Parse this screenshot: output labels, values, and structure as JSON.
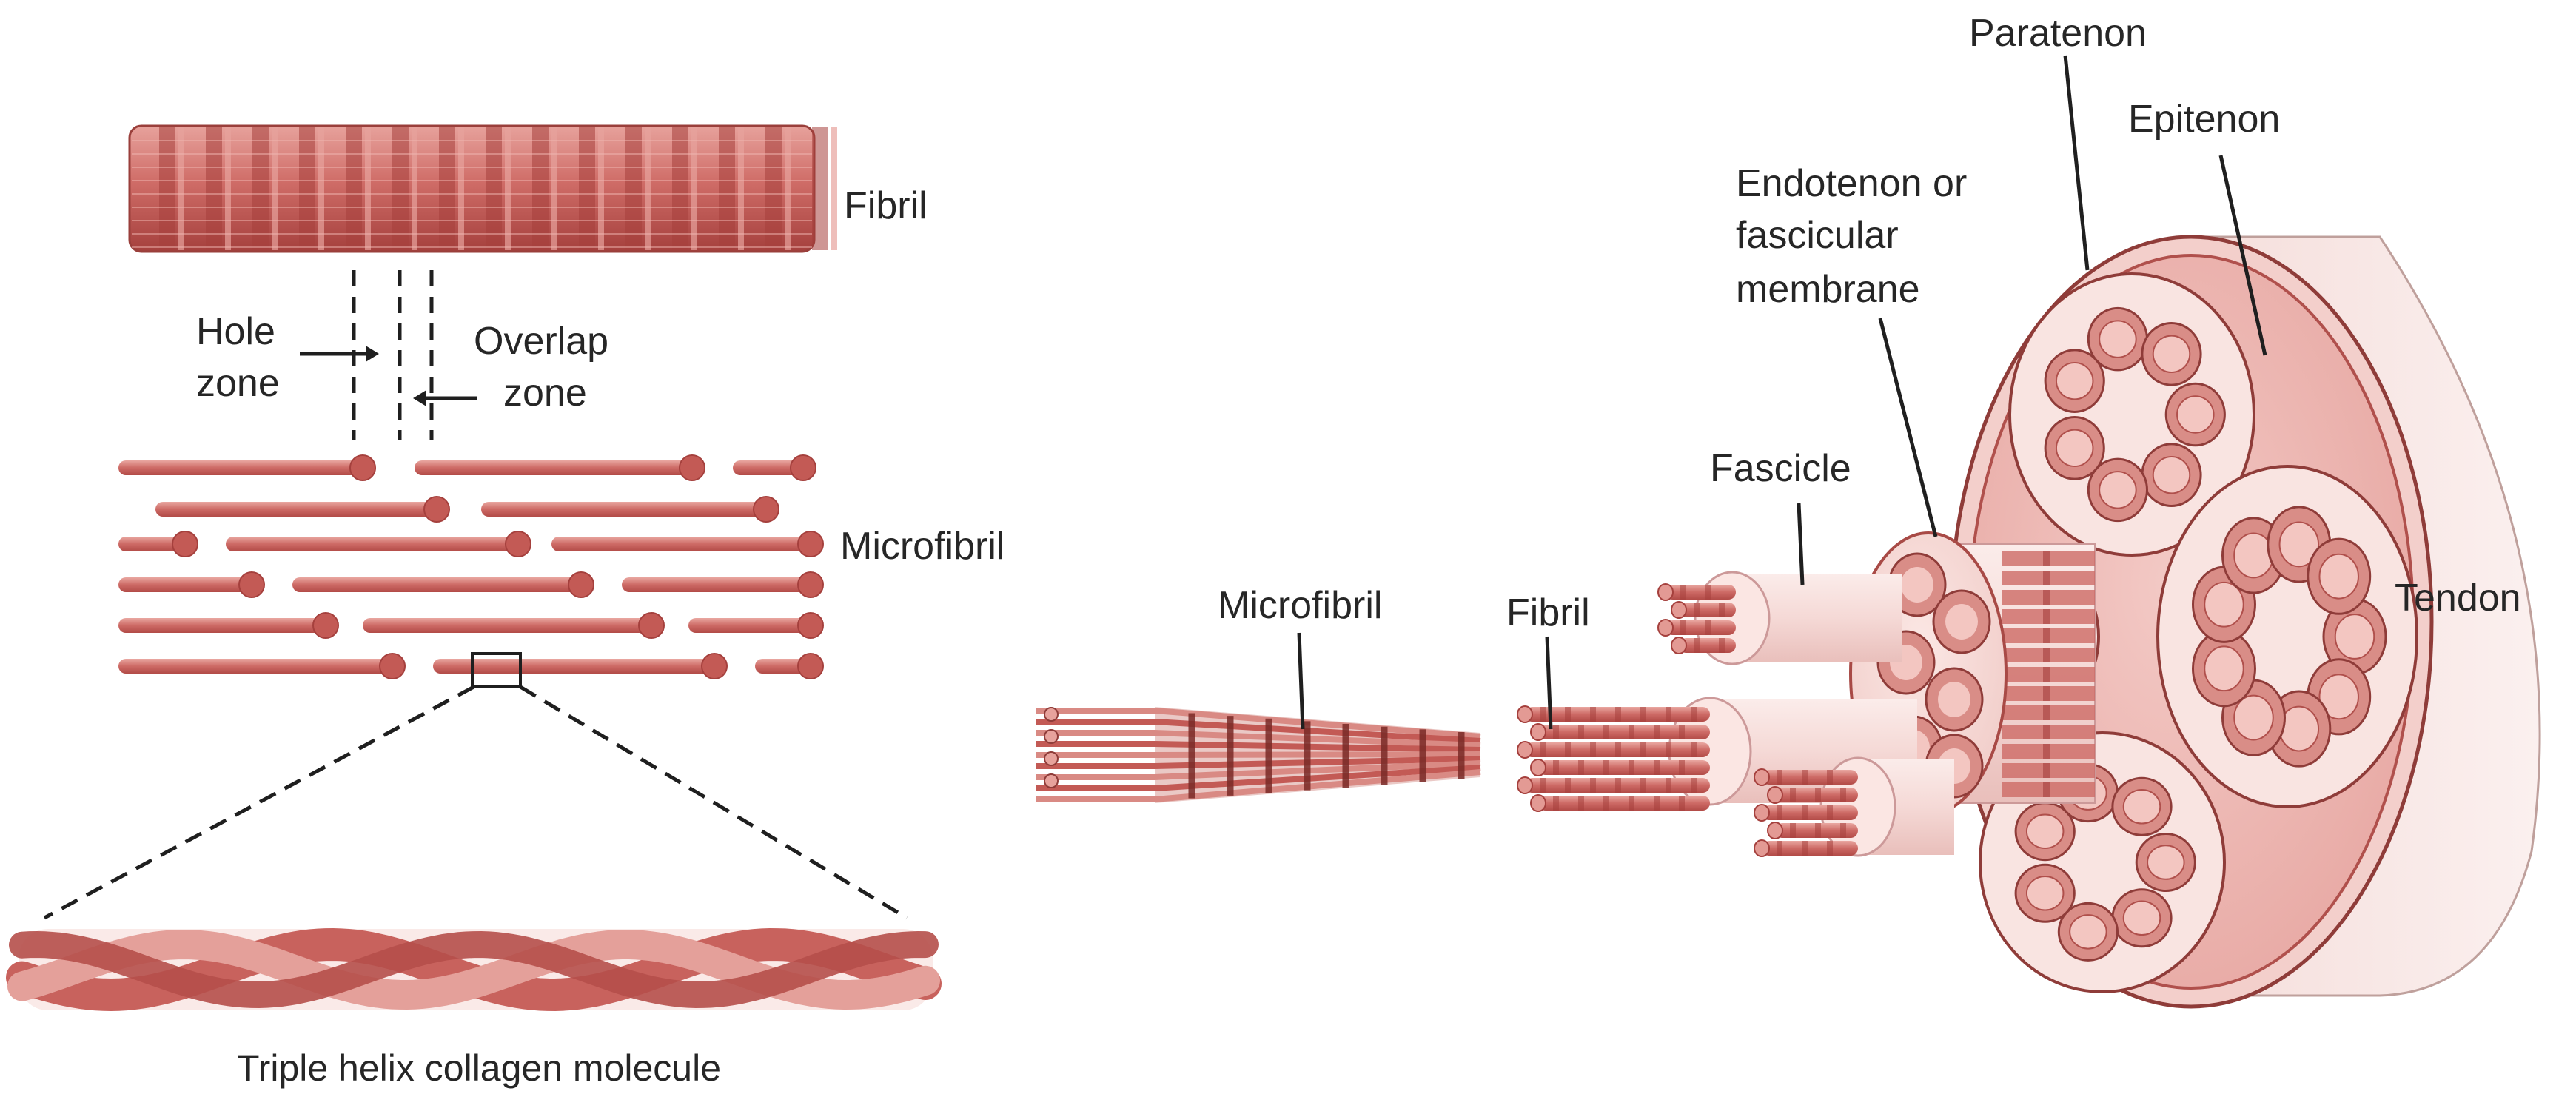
{
  "colors": {
    "fiber_base": "#c9635f",
    "fiber_dark": "#a5403d",
    "fiber_light": "#e7a29c",
    "tissue_pink": "#f2c6c2",
    "sheath_pale": "#f6dcd9",
    "tendon_side": "#f7e8e6",
    "line": "#1f1f1f"
  },
  "labels": {
    "fibril_left": "Fibril",
    "hole_zone_line1": "Hole",
    "hole_zone_line2": "zone",
    "overlap_zone_line1": "Overlap",
    "overlap_zone_line2": "zone",
    "microfibril_left": "Microfibril",
    "triple_helix_caption": "Triple helix collagen molecule",
    "paratenon": "Paratenon",
    "epitenon": "Epitenon",
    "endotenon_line1": "Endotenon or",
    "endotenon_line2": "fascicular",
    "endotenon_line3": "membrane",
    "fascicle": "Fascicle",
    "microfibril_right": "Microfibril",
    "fibril_right": "Fibril",
    "tendon": "Tendon"
  }
}
